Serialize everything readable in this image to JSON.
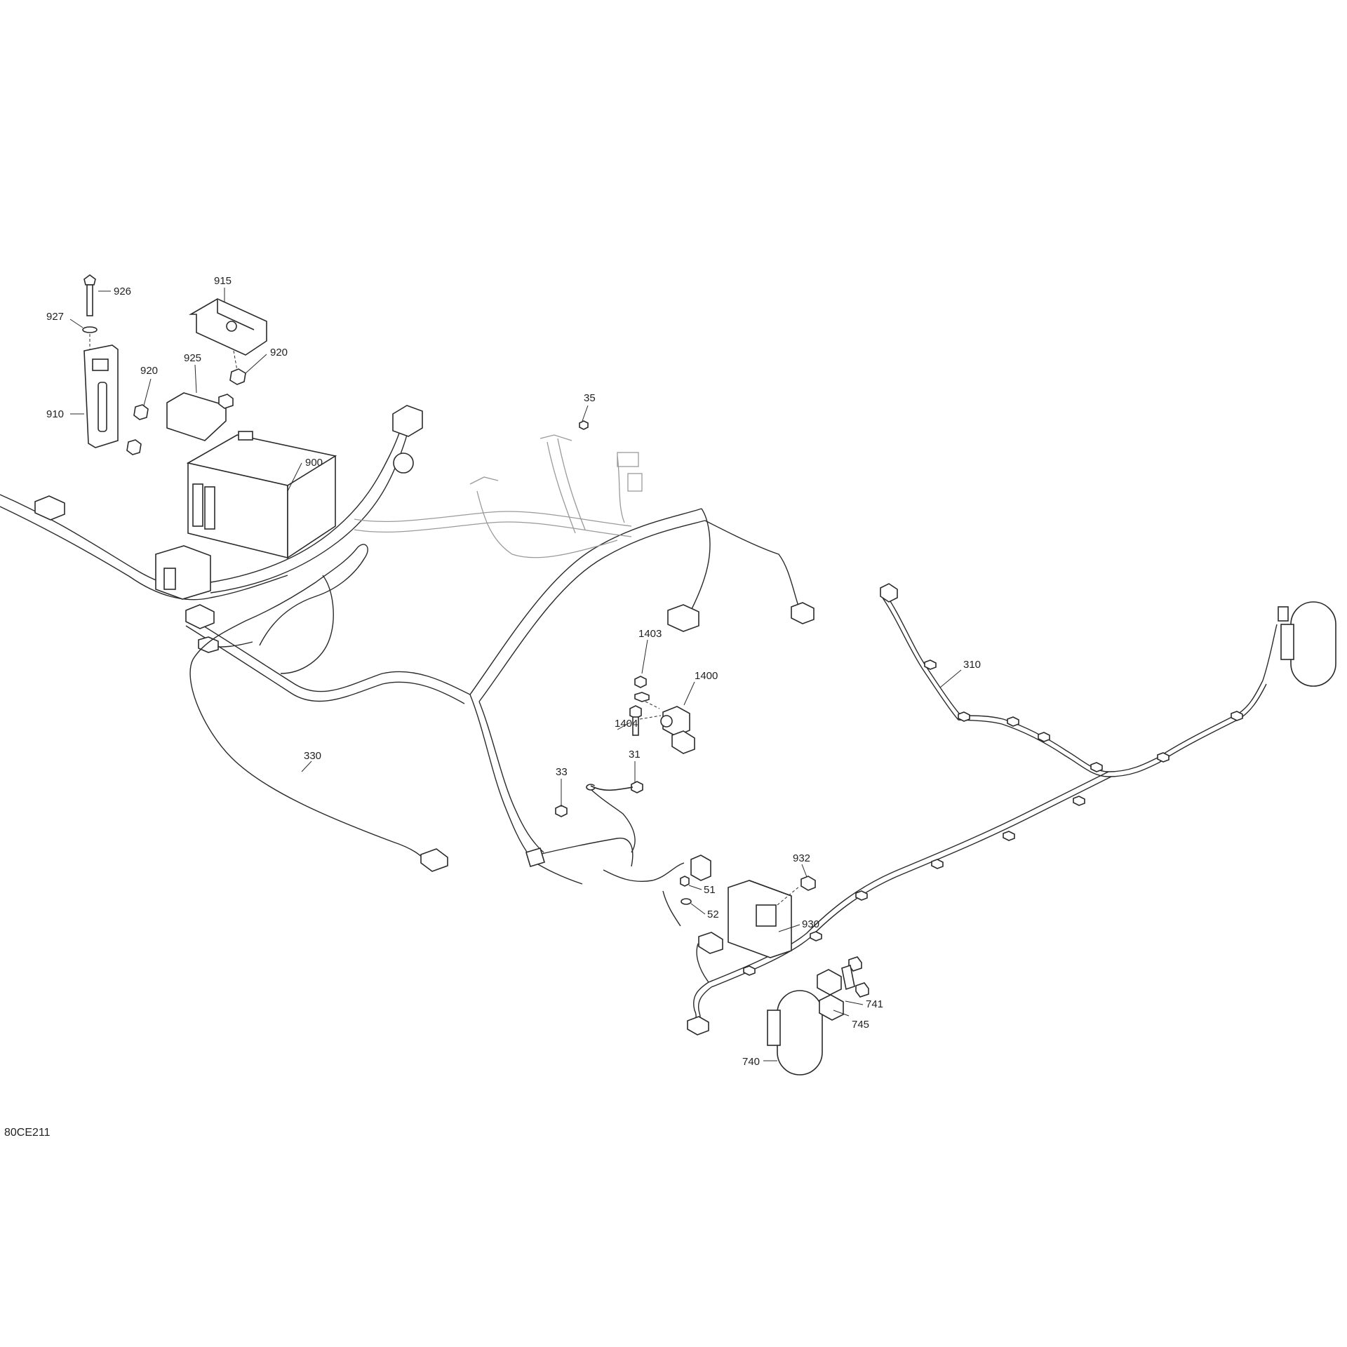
{
  "diagram_code": "80CE211",
  "callouts": {
    "p926": "926",
    "p927": "927",
    "p915": "915",
    "p920a": "920",
    "p920b": "920",
    "p925": "925",
    "p910": "910",
    "p900": "900",
    "p35": "35",
    "p1403": "1403",
    "p1400": "1400",
    "p1404": "1404",
    "p310": "310",
    "p330": "330",
    "p33": "33",
    "p31": "31",
    "p932": "932",
    "p51": "51",
    "p52": "52",
    "p930": "930",
    "p741": "741",
    "p745": "745",
    "p740": "740"
  }
}
